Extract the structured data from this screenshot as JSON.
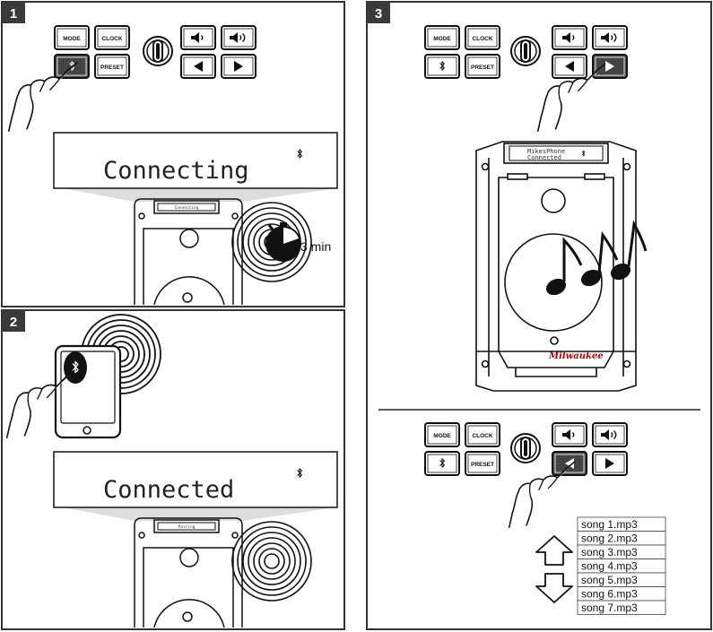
{
  "steps": [
    {
      "number": "1",
      "display_text": "Connecting",
      "radio_lcd_text": "Connecting",
      "timer_label": "3 min"
    },
    {
      "number": "2",
      "display_text": "Connected",
      "radio_lcd_text": "Pairing"
    },
    {
      "number": "3",
      "radio_lcd_line1": "MikesPhone",
      "radio_lcd_line2": "Connected",
      "brand": "Milwaukee"
    }
  ],
  "buttons": {
    "mode": "MODE",
    "clock": "CLOCK",
    "preset": "PRESET"
  },
  "playlist": [
    "song 1.mp3",
    "song 2.mp3",
    "song 3.mp3",
    "song 4.mp3",
    "song 5.mp3",
    "song 6.mp3",
    "song 7.mp3"
  ],
  "colors": {
    "line": "#222222",
    "step_badge": "#3a3a3a",
    "brand": "#b00000"
  }
}
